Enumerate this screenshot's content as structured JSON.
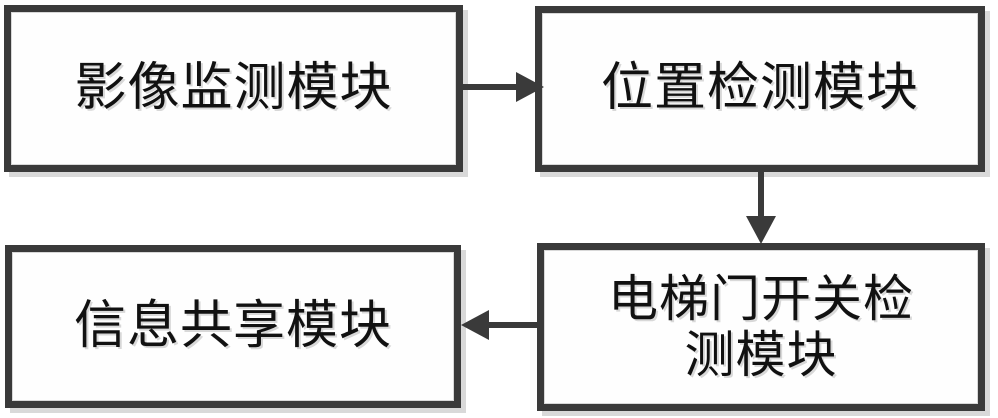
{
  "diagram": {
    "type": "block-flow-diagram",
    "orientation": "2x2 grid with directed connectors",
    "background_color": "#ffffff",
    "border_color": "#3a3a3a",
    "text_color": "#111111",
    "nodes": [
      {
        "id": "image-monitor",
        "label": "影像监测模块",
        "position": "top-left",
        "lines": 1
      },
      {
        "id": "position-detect",
        "label": "位置检测模块",
        "position": "top-right",
        "lines": 1
      },
      {
        "id": "door-switch",
        "label": "电梯门开关检\n测模块",
        "position": "bottom-right",
        "lines": 2
      },
      {
        "id": "info-share",
        "label": "信息共享模块",
        "position": "bottom-left",
        "lines": 1
      }
    ],
    "connectors": [
      {
        "id": "image-to-position",
        "from": "image-monitor",
        "to": "position-detect",
        "direction": "right"
      },
      {
        "id": "position-to-door",
        "from": "position-detect",
        "to": "door-switch",
        "direction": "down"
      },
      {
        "id": "door-to-info",
        "from": "door-switch",
        "to": "info-share",
        "direction": "left"
      }
    ]
  }
}
